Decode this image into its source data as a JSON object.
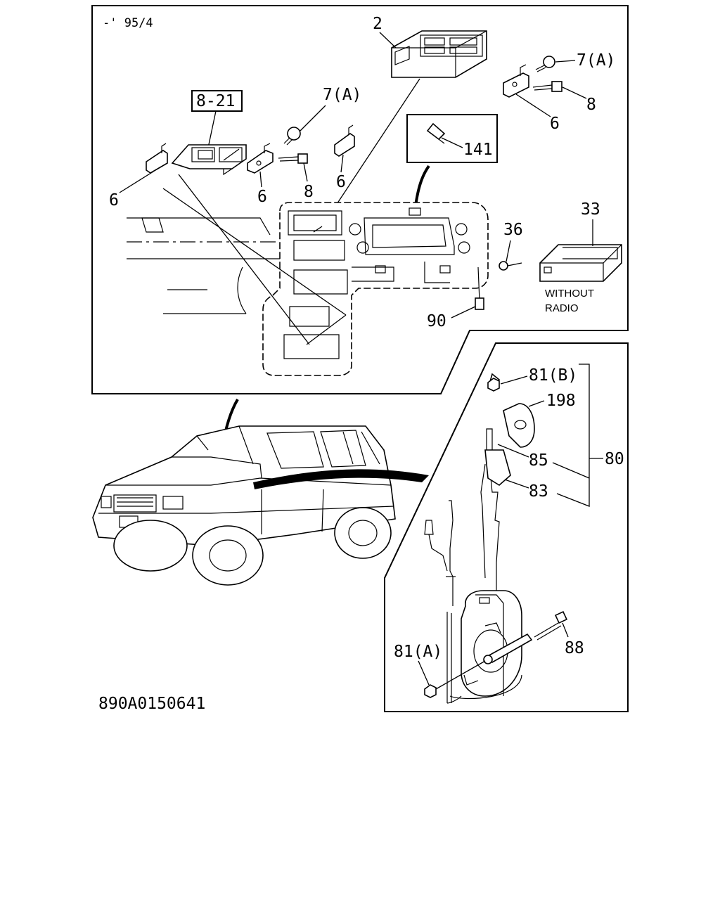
{
  "diagram": {
    "period_note": "-' 95/4",
    "figure_code": "890A0150641",
    "callouts": {
      "c2": "2",
      "c7a_top": "7(A)",
      "c8_top": "8",
      "c6_right": "6",
      "c7a_mid": "7(A)",
      "c8_21": "8-21",
      "c141": "141",
      "c6_left": "6",
      "c6_mid": "6",
      "c8_mid": "8",
      "c6_center": "6",
      "c33": "33",
      "c36": "36",
      "c90": "90",
      "c81b": "81(B)",
      "c198": "198",
      "c85": "85",
      "c80": "80",
      "c83": "83",
      "c88": "88",
      "c81a": "81(A)"
    },
    "note_without_radio": [
      "WITHOUT",
      "RADIO"
    ]
  }
}
